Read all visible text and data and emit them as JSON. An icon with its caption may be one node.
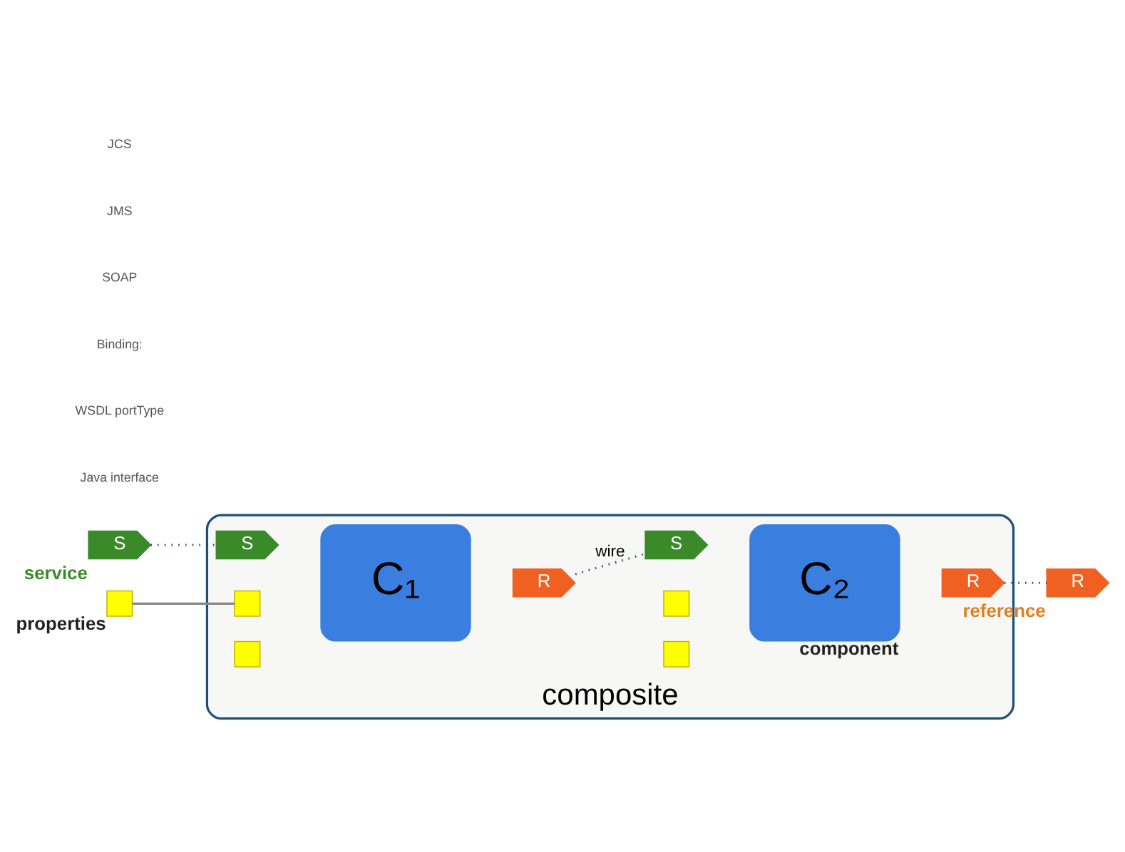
{
  "diagram": {
    "nodes": [
      {
        "text": [
          "composite"
        ]
      },
      {
        "text": [
          "C₁"
        ],
        "in": 0
      },
      {
        "text": [
          "C₂"
        ],
        "in": 0,
        "beside": [
          "component"
        ]
      },
      {
        "text": [
          "S"
        ],
        "beside": [
          "service"
        ]
      },
      {
        "text": [
          "S"
        ],
        "in": 0
      },
      {
        "text": [
          "R"
        ],
        "in": 0
      },
      {
        "text": [
          "S"
        ],
        "in": 0
      },
      {
        "text": [
          "R"
        ],
        "in": 0
      },
      {
        "text": [
          "R"
        ],
        "beside": [
          "reference"
        ]
      },
      {
        "text": [],
        "shape": "box",
        "beside": [
          "properties"
        ]
      },
      {
        "text": [],
        "shape": "box",
        "in": 0
      },
      {
        "text": [],
        "shape": "box",
        "in": 0
      },
      {
        "text": [],
        "shape": "box",
        "in": 0
      },
      {
        "text": [],
        "shape": "box",
        "in": 0
      }
    ],
    "edges": [
      {
        "from": 3,
        "to": 4,
        "arrow": "none",
        "style": "dashed"
      },
      {
        "from": 5,
        "to": 6,
        "arrow": "none",
        "style": "dashed",
        "label": "wire"
      },
      {
        "from": 7,
        "to": 8,
        "arrow": "none",
        "style": "dashed"
      },
      {
        "from": 9,
        "to": 10,
        "arrow": "none",
        "color": "#888888"
      }
    ],
    "labels": [
      "Java interface",
      "WSDL portType",
      "Binding:",
      "SOAP",
      "JMS",
      "JCS"
    ]
  }
}
